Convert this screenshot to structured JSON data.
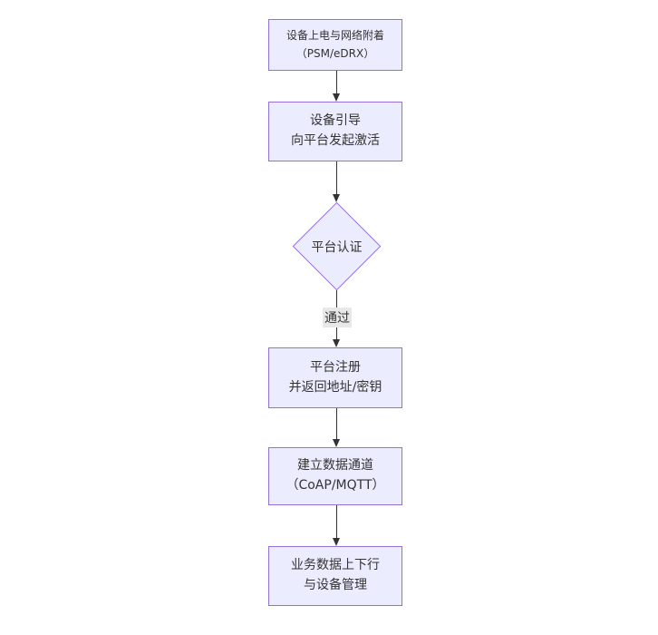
{
  "diagram": {
    "type": "flowchart",
    "direction": "top-down",
    "nodes": [
      {
        "id": "power-attach",
        "shape": "rect",
        "label": "设备上电与网络附着\n（PSM/eDRX）"
      },
      {
        "id": "bootstrap",
        "shape": "rect",
        "label": "设备引导\n向平台发起激活"
      },
      {
        "id": "platform-auth",
        "shape": "diamond",
        "label": "平台认证"
      },
      {
        "id": "platform-register",
        "shape": "rect",
        "label": "平台注册\n并返回地址/密钥"
      },
      {
        "id": "data-channel",
        "shape": "rect",
        "label": "建立数据通道\n（CoAP/MQTT）"
      },
      {
        "id": "business-data",
        "shape": "rect",
        "label": "业务数据上下行\n与设备管理"
      }
    ],
    "edges": [
      {
        "from": "power-attach",
        "to": "bootstrap",
        "label": ""
      },
      {
        "from": "bootstrap",
        "to": "platform-auth",
        "label": ""
      },
      {
        "from": "platform-auth",
        "to": "platform-register",
        "label": "通过"
      },
      {
        "from": "platform-register",
        "to": "data-channel",
        "label": ""
      },
      {
        "from": "data-channel",
        "to": "business-data",
        "label": ""
      }
    ],
    "colors": {
      "node_fill": "#ECECFF",
      "node_border": "#9370DB",
      "arrow": "#333333",
      "edge_label_bg": "#E8E8E8",
      "text": "#333333"
    }
  }
}
